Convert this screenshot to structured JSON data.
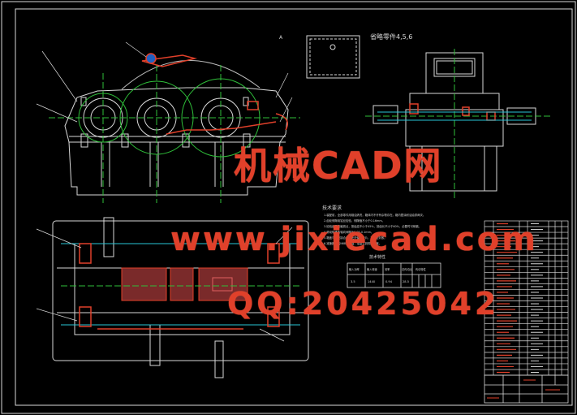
{
  "drawing": {
    "note_removed_parts": "省略零件4,5,6",
    "label_a": "A",
    "tech_req_title": "技术要求",
    "tech_req_lines": [
      "1.装配前，全部零件用煤油清洗，箱体内不许有杂物存在。箱内壁涂耐油油漆两次。",
      "2.齿轮侧隙用铅丝检验，侧隙值不小于0.16mm。",
      "3.检验齿面接触斑点，按齿高不小于45%，按齿长不小于60%，必要时可研磨。",
      "4.滚动轴承的轴向间隙为0.05-0.1mm。",
      "5.箱盖与箱座接合面不允许使用垫片，可涂密封胶。",
      "6.减速器内装N68润滑油，油量达到规定高度。"
    ],
    "spec_title": "技术特性",
    "spec_headers": [
      "输入功率",
      "输入转速",
      "效率",
      "总传动比",
      "传动特性"
    ],
    "spec_values": [
      "3.5",
      "1440",
      "0.94",
      "28.5",
      ""
    ]
  },
  "watermark": {
    "site_name": "机械CAD网",
    "url": "www.jixiecad.com",
    "qq": "QQ:20425042"
  },
  "colors": {
    "background": "#000000",
    "line_white": "#d8d8d8",
    "line_green": "#2fbf3a",
    "line_red": "#e0402a",
    "line_cyan": "#29c6d6",
    "line_magenta": "#d050d0",
    "watermark": "#e0402a"
  }
}
